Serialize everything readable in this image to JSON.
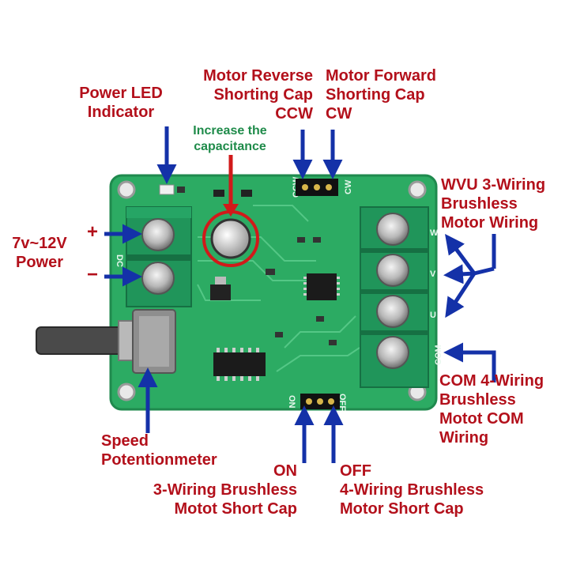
{
  "colors": {
    "label": "#b3101b",
    "note": "#1f8b4a",
    "arrow": "#1431a8",
    "board": "#2cab63",
    "board_dark": "#1f8a4e",
    "terminal": "#20955a",
    "highlight": "#d11a1a"
  },
  "labels": {
    "power_led": [
      "Power LED",
      "Indicator"
    ],
    "capacitance": [
      "Increase the",
      "capacitance"
    ],
    "motor_reverse": [
      "Motor Reverse",
      "Shorting Cap",
      "CCW"
    ],
    "motor_forward": [
      "Motor Forward",
      "Shorting Cap",
      "CW"
    ],
    "wvu": [
      "WVU 3-Wiring",
      "Brushless",
      "Motor Wiring"
    ],
    "power": [
      "7v~12V",
      "Power"
    ],
    "plus": "+",
    "minus": "−",
    "com": [
      "COM 4-Wiring",
      "Brushless",
      "Motot COM",
      "Wiring"
    ],
    "speed": [
      "Speed",
      "Potentionmeter"
    ],
    "on": [
      "ON",
      "3-Wiring Brushless",
      "Motot Short Cap"
    ],
    "off": [
      "OFF",
      "4-Wiring Brushless",
      "Motor Short Cap"
    ]
  },
  "silkscreen": {
    "ccw": "CCW",
    "cw": "CW",
    "w": "W",
    "v": "V",
    "u": "U",
    "com": "COM",
    "on": "ON",
    "off": "OFF",
    "dc": "DC"
  },
  "icons": [
    "potentiometer-icon",
    "capacitor-icon",
    "screw-terminal-icon",
    "jumper-icon",
    "chip-icon",
    "arrow-icon"
  ]
}
